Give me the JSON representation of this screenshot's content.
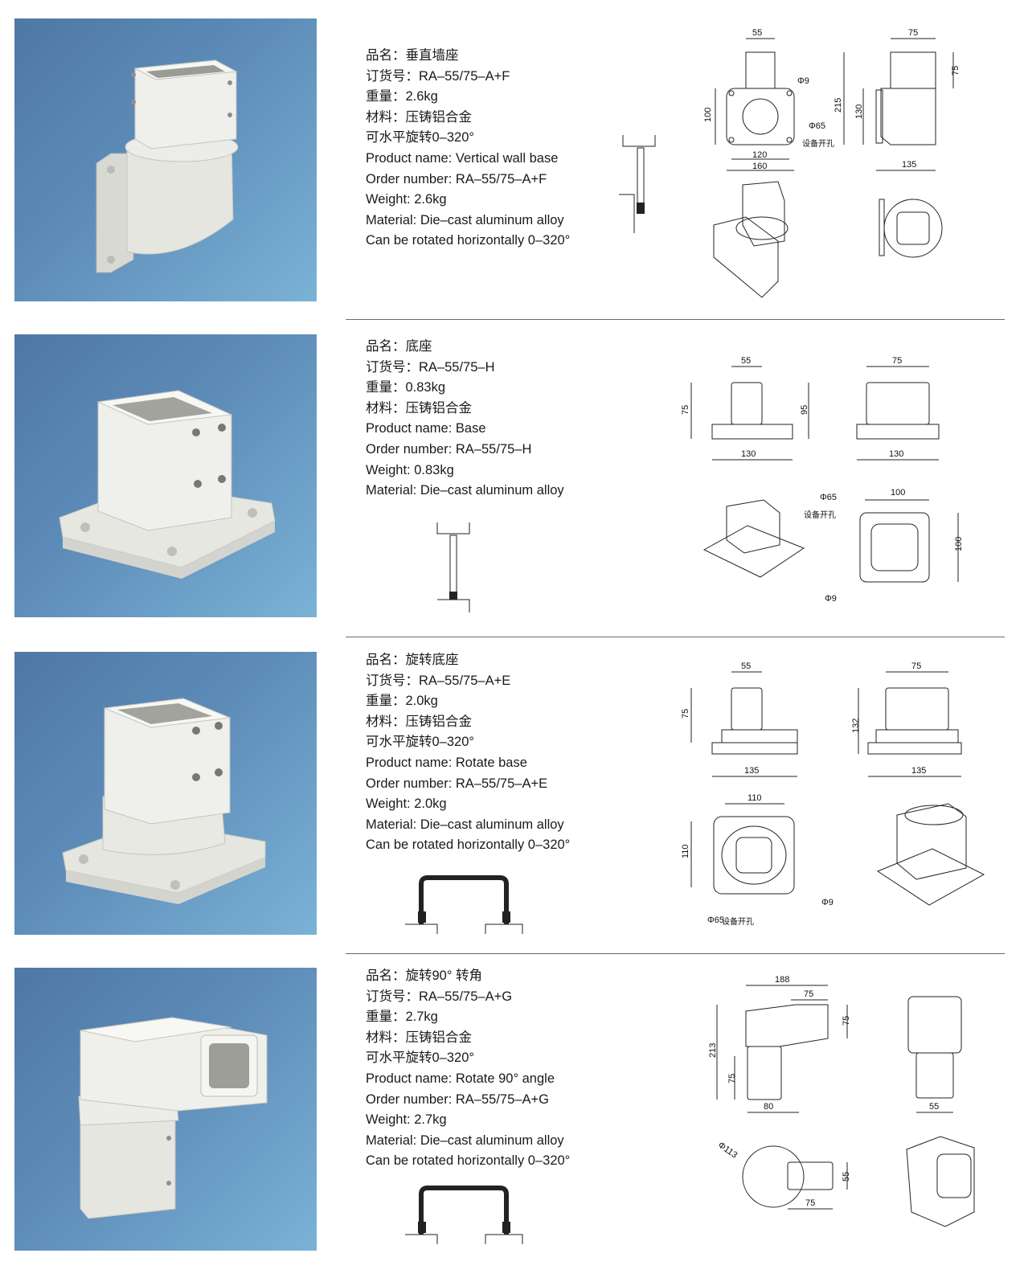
{
  "products": [
    {
      "lines": [
        "品名：垂直墙座",
        "订货号：RA–55/75–A+F",
        "重量：2.6kg",
        "材料：压铸铝合金",
        "可水平旋转0–320°",
        "Product name: Vertical wall base",
        "Order number: RA–55/75–A+F",
        "Weight: 2.6kg",
        "Material: Die–cast aluminum alloy",
        "Can be rotated horizontally 0–320°"
      ],
      "dims": {
        "top_w": "55",
        "side_w": "75",
        "side_h": "75",
        "height": "100",
        "inner_w": "120",
        "outer_w": "160",
        "total_h": "215",
        "side_inner_h": "130",
        "depth": "135",
        "hole": "Φ9",
        "bore": "Φ65",
        "bore_note": "设备开孔"
      }
    },
    {
      "lines": [
        "品名：底座",
        "订货号：RA–55/75–H",
        "重量：0.83kg",
        "材料：压铸铝合金",
        "Product name: Base",
        "Order number: RA–55/75–H",
        "Weight: 0.83kg",
        "Material: Die–cast aluminum alloy"
      ],
      "dims": {
        "top_w": "55",
        "h75": "75",
        "w130a": "130",
        "side_w": "75",
        "h95": "95",
        "w130b": "130",
        "bore": "Φ65",
        "bore_note": "设备开孔",
        "sq_w": "100",
        "sq_h": "100",
        "hole": "Φ9"
      }
    },
    {
      "lines": [
        "品名：旋转底座",
        "订货号：RA–55/75–A+E",
        "重量：2.0kg",
        "材料：压铸铝合金",
        "可水平旋转0–320°",
        "Product name: Rotate base",
        "Order number: RA–55/75–A+E",
        "Weight: 2.0kg",
        "Material: Die–cast aluminum alloy",
        "Can be rotated horizontally 0–320°"
      ],
      "dims": {
        "top_w": "55",
        "h75": "75",
        "w135a": "135",
        "side_w": "75",
        "h132": "132",
        "w135b": "135",
        "sq_w": "110",
        "sq_h": "110",
        "bore": "Φ65",
        "bore_note": "设备开孔",
        "hole": "Φ9"
      }
    },
    {
      "lines": [
        "品名：旋转90° 转角",
        "订货号：RA–55/75–A+G",
        "重量：2.7kg",
        "材料：压铸铝合金",
        "可水平旋转0–320°",
        "Product name: Rotate 90° angle",
        "Order number: RA–55/75–A+G",
        "Weight: 2.7kg",
        "Material: Die–cast aluminum alloy",
        "Can be rotated horizontally 0–320°"
      ],
      "dims": {
        "w188": "188",
        "w75a": "75",
        "h75a": "75",
        "h213": "213",
        "h75b": "75",
        "w80": "80",
        "w55": "55",
        "bore": "Φ113",
        "h55": "55",
        "w75b": "75"
      }
    }
  ]
}
